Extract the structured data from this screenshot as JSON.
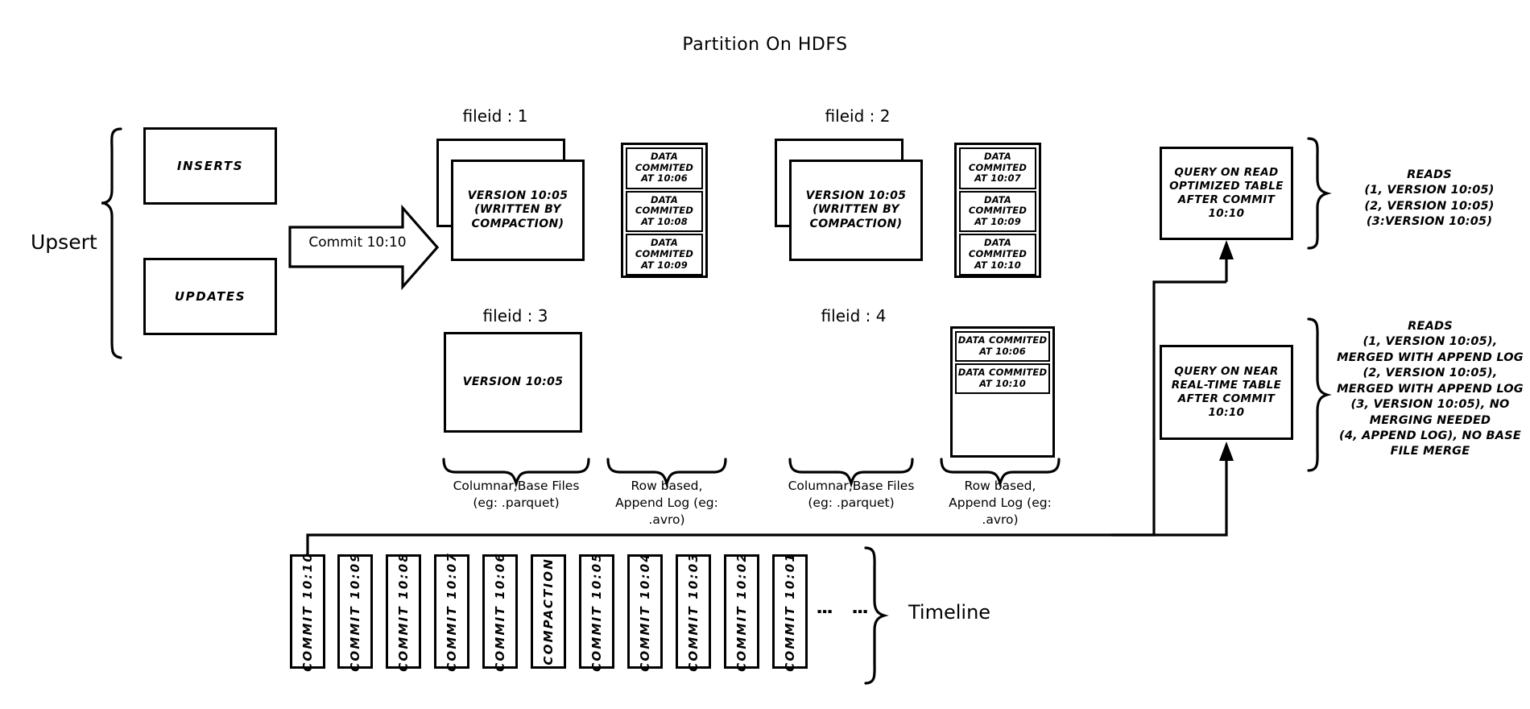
{
  "title": "Partition On HDFS",
  "left": {
    "upsert_label": "Upsert",
    "inserts_label": "INSERTS",
    "updates_label": "UPDATES",
    "commit_arrow_label": "Commit 10:10"
  },
  "filegroups": [
    {
      "fid_label": "fileid : 1",
      "base_label": "VERSION 10:05\n(WRITTEN BY\nCOMPACTION)",
      "base_stacked": true,
      "log_entries": [
        "DATA COMMITED\nAT 10:06",
        "DATA COMMITED\nAT 10:08",
        "DATA COMMITED\nAT 10:09"
      ]
    },
    {
      "fid_label": "fileid : 2",
      "base_label": "VERSION 10:05\n(WRITTEN BY\nCOMPACTION)",
      "base_stacked": true,
      "log_entries": [
        "DATA COMMITED\nAT 10:07",
        "DATA COMMITED\nAT 10:09",
        "DATA COMMITED\nAT 10:10"
      ]
    },
    {
      "fid_label": "fileid : 3",
      "base_label": "VERSION 10:05",
      "base_stacked": false,
      "log_entries": []
    },
    {
      "fid_label": "fileid : 4",
      "base_label": "",
      "base_stacked": false,
      "log_entries": [
        "DATA COMMITED\nAT 10:06",
        "DATA COMMITED\nAT 10:10"
      ]
    }
  ],
  "captions": {
    "columnar_left": "Columnar,Base Files\n(eg: .parquet)",
    "rowlog_left": "Row based,\nAppend Log  (eg:\n.avro)",
    "columnar_right": "Columnar,Base Files\n(eg: .parquet)",
    "rowlog_right": "Row based,\nAppend Log  (eg:\n.avro)"
  },
  "queries": {
    "read_optimized": "QUERY ON READ\nOPTIMIZED TABLE\nAFTER COMMIT\n10:10",
    "near_real_time": "QUERY ON NEAR\nREAL-TIME TABLE\nAFTER COMMIT\n10:10"
  },
  "reads": {
    "read_optimized": "READS\n(1, VERSION 10:05)\n(2, VERSION 10:05)\n(3:VERSION 10:05)",
    "near_real_time": "READS\n(1, VERSION 10:05),\nMERGED WITH APPEND LOG\n(2, VERSION 10:05),\nMERGED WITH APPEND LOG\n(3, VERSION 10:05), NO\nMERGING NEEDED\n(4, APPEND LOG), NO BASE\nFILE MERGE"
  },
  "timeline": {
    "label": "Timeline",
    "items": [
      "COMMIT  10:10",
      "COMMIT  10:09",
      "COMMIT  10:08",
      "COMMIT  10:07",
      "COMMIT  10:06",
      "COMPACTION",
      "COMMIT  10:05",
      "COMMIT  10:04",
      "COMMIT  10:03",
      "COMMIT  10:02",
      "COMMIT  10:01"
    ],
    "ellipsis": "⋮"
  },
  "colors": {
    "stroke": "#000000",
    "background": "#ffffff"
  }
}
